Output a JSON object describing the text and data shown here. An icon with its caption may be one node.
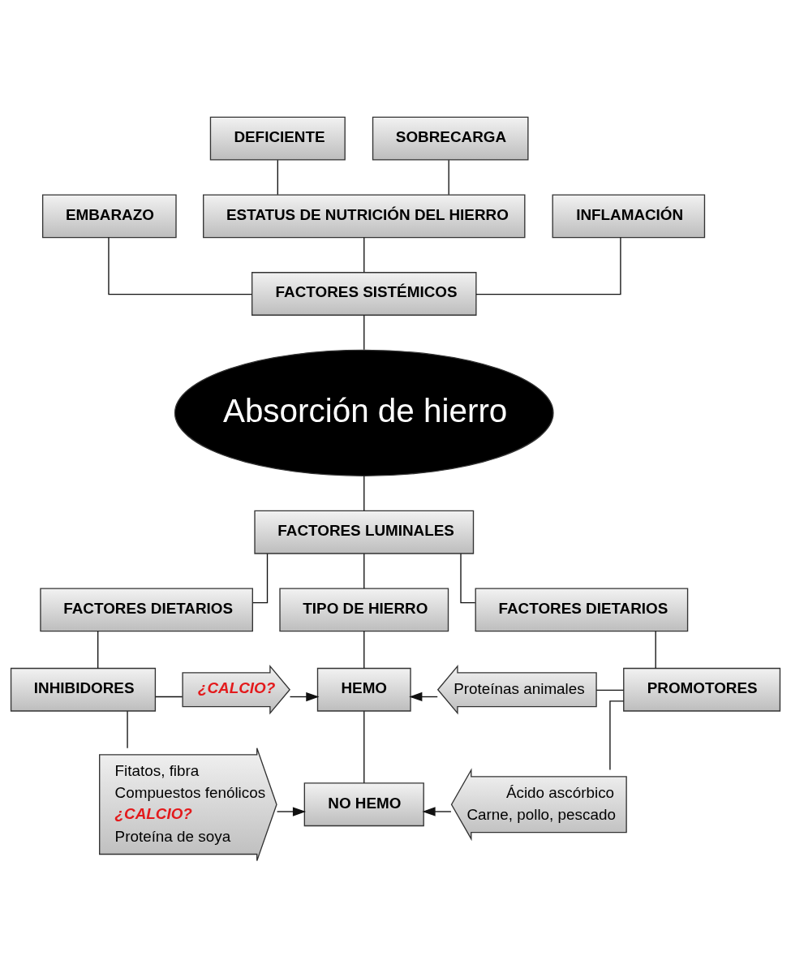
{
  "diagram": {
    "nodes": [
      {
        "text": [
          "DEFICIENTE"
        ]
      },
      {
        "text": [
          "SOBRECARGA"
        ]
      },
      {
        "text": [
          "EMBARAZO"
        ]
      },
      {
        "text": [
          "ESTATUS DE NUTRICIÓN DEL HIERRO"
        ]
      },
      {
        "text": [
          "INFLAMACIÓN"
        ]
      },
      {
        "text": [
          "FACTORES SISTÉMICOS"
        ]
      },
      {
        "text": [
          "Absorción de hierro"
        ]
      },
      {
        "text": [
          "FACTORES LUMINALES"
        ]
      },
      {
        "text": [
          "FACTORES DIETARIOS"
        ]
      },
      {
        "text": [
          "TIPO DE HIERRO"
        ]
      },
      {
        "text": [
          "FACTORES DIETARIOS"
        ]
      },
      {
        "text": [
          "¿CALCIO?"
        ]
      },
      {
        "text": [
          "HEMO"
        ]
      },
      {
        "text": [
          "Proteínas animales"
        ]
      },
      {
        "text": [
          "INHIBIDORES"
        ]
      },
      {
        "text": [
          "PROMOTORES"
        ]
      },
      {
        "text": [
          "Fitatos, fibra",
          "Compuestos fenólicos",
          "¿CALCIO?",
          "Proteína de soya"
        ]
      },
      {
        "text": [
          "NO HEMO"
        ]
      },
      {
        "text": [
          "Ácido ascórbico",
          "Carne, pollo, pescado"
        ]
      }
    ],
    "edges": [
      {
        "from": 0,
        "to": 3,
        "arrow": "none"
      },
      {
        "from": 1,
        "to": 3,
        "arrow": "none"
      },
      {
        "from": 2,
        "to": 5,
        "arrow": "none"
      },
      {
        "from": 3,
        "to": 5,
        "arrow": "none"
      },
      {
        "from": 4,
        "to": 5,
        "arrow": "none"
      },
      {
        "from": 5,
        "to": 6,
        "arrow": "none"
      },
      {
        "from": 6,
        "to": 7,
        "arrow": "none"
      },
      {
        "from": 7,
        "to": 8,
        "arrow": "none"
      },
      {
        "from": 7,
        "to": 9,
        "arrow": "none"
      },
      {
        "from": 7,
        "to": 10,
        "arrow": "none"
      },
      {
        "from": 9,
        "to": 12,
        "arrow": "none"
      },
      {
        "from": 8,
        "to": 14,
        "arrow": "none"
      },
      {
        "from": 10,
        "to": 15,
        "arrow": "none"
      },
      {
        "from": 14,
        "to": 11,
        "arrow": "none"
      },
      {
        "from": 14,
        "to": 16,
        "arrow": "none"
      },
      {
        "from": 15,
        "to": 13,
        "arrow": "none"
      },
      {
        "from": 15,
        "to": 18,
        "arrow": "none"
      },
      {
        "from": 11,
        "to": 12,
        "arrow": "to"
      },
      {
        "from": 13,
        "to": 12,
        "arrow": "to"
      },
      {
        "from": 12,
        "to": 17,
        "arrow": "none"
      },
      {
        "from": 16,
        "to": 17,
        "arrow": "to"
      },
      {
        "from": 18,
        "to": 17,
        "arrow": "to"
      }
    ]
  }
}
